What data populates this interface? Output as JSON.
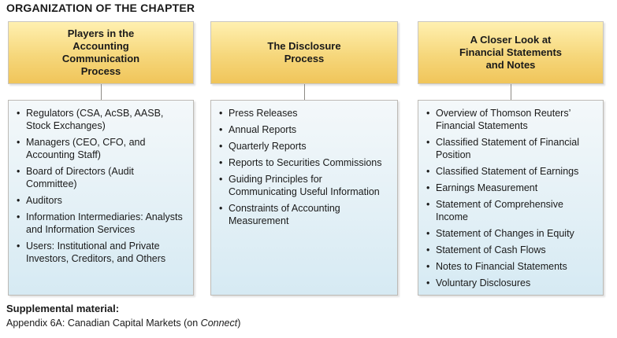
{
  "title": "ORGANIZATION OF THE CHAPTER",
  "columns": [
    {
      "header": [
        "Players in the",
        "Accounting",
        "Communication",
        "Process"
      ],
      "items": [
        "Regulators (CSA, AcSB, AASB, Stock Exchanges)",
        "Managers (CEO, CFO, and Accounting Staff)",
        "Board of Directors (Audit Committee)",
        "Auditors",
        "Information Intermediaries: Analysts and Information Services",
        "Users: Institutional and Private Investors, Creditors, and Others"
      ]
    },
    {
      "header": [
        "The Disclosure",
        "Process"
      ],
      "items": [
        "Press Releases",
        "Annual Reports",
        "Quarterly Reports",
        "Reports to Securities Commissions",
        "Guiding Principles for Communicating Useful Information",
        "Constraints of Accounting Measurement"
      ]
    },
    {
      "header": [
        "A Closer Look at",
        "Financial Statements",
        "and Notes"
      ],
      "items": [
        "Overview of Thomson Reuters’ Financial Statements",
        "Classified Statement of Financial Position",
        "Classified Statement of Earnings",
        "Earnings Measurement",
        "Statement of Comprehensive Income",
        "Statement of Changes in Equity",
        "Statement of Cash Flows",
        "Notes to Financial Statements",
        "Voluntary Disclosures"
      ]
    }
  ],
  "supplemental": {
    "title": "Supplemental material:",
    "text_prefix": "Appendix 6A: Canadian Capital Markets (on ",
    "text_emph": "Connect",
    "text_suffix": ")"
  }
}
